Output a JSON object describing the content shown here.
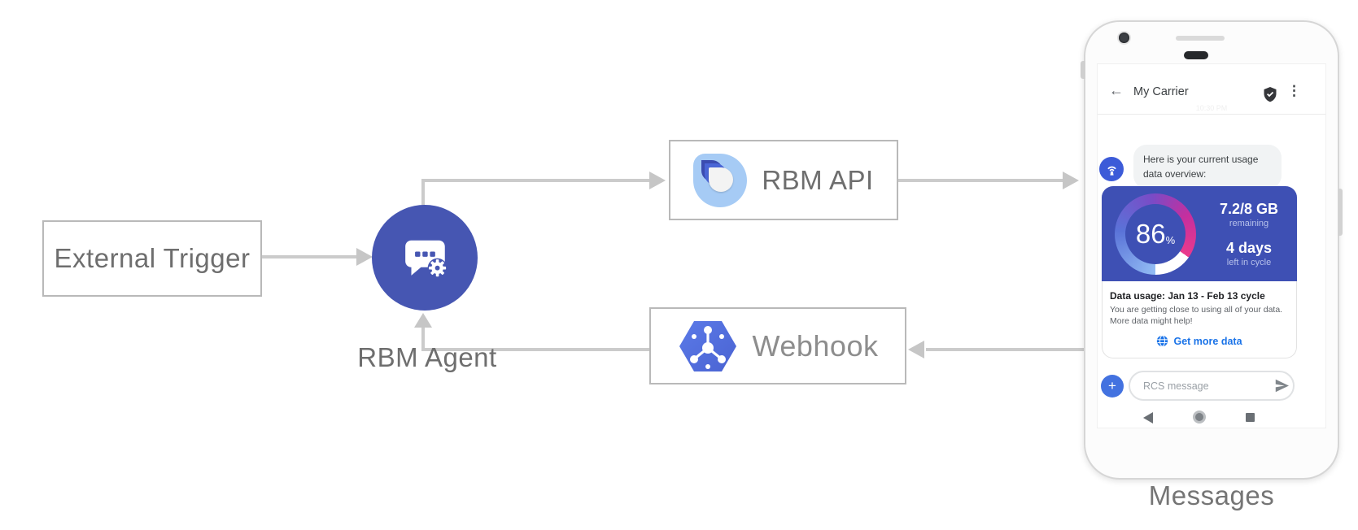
{
  "colors": {
    "accent_indigo": "#3e50b4",
    "agent_circle_blue": "#4656b2",
    "webhook_hexagon_blue": "#5470e2",
    "link_blue": "#1a73e8",
    "arrow_gray": "#cbcbcb",
    "chat_bubble_gray": "#f1f3f4",
    "gauge_gradient": [
      "#93bdf4",
      "#5a73d8",
      "#7a4bc6",
      "#ea3a8c"
    ]
  },
  "diagram": {
    "external_trigger_label": "External Trigger",
    "rbm_agent_label": "RBM Agent",
    "rbm_api_label": "RBM API",
    "webhook_label": "Webhook",
    "phone_caption": "Messages"
  },
  "phone": {
    "header": {
      "back_icon": "←",
      "title": "My Carrier",
      "menu_icon": "⋮",
      "faint_timestamp": "10:30 PM"
    },
    "chat": {
      "bot_message": "Here is your current usage data overview:"
    },
    "usage_card": {
      "percent": "86",
      "percent_sign": "%",
      "data_value": "7.2/8 GB",
      "data_label": "remaining",
      "days_value": "4 days",
      "days_label": "left in cycle",
      "title": "Data usage: Jan 13 - Feb 13 cycle",
      "body_line1": "You are getting close to using all of your data.",
      "body_line2": "More data might help!",
      "action_label": "Get more data"
    },
    "composer": {
      "plus_icon": "+",
      "placeholder": "RCS message"
    }
  }
}
